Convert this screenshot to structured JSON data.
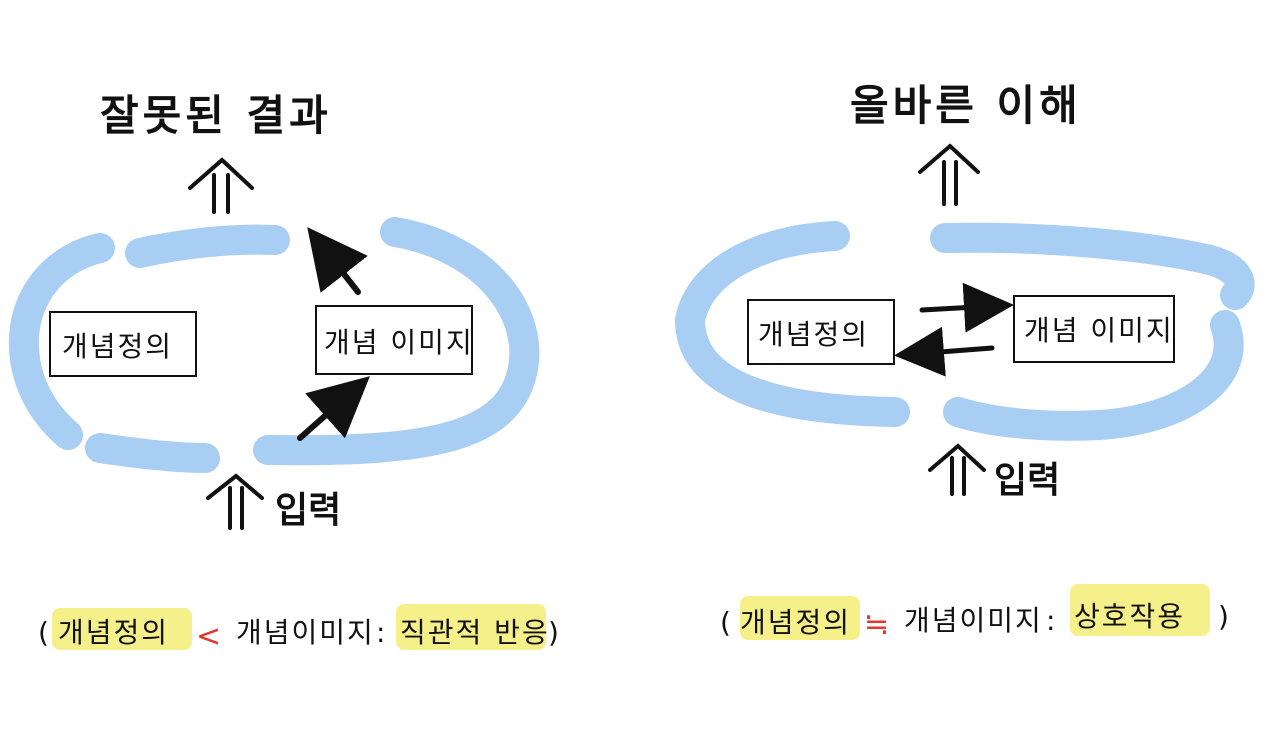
{
  "left_panel": {
    "title": "잘못된 결과",
    "box_definition": "개념정의",
    "box_image": "개념 이미지",
    "input_label": "입력",
    "caption": {
      "open_paren": "(",
      "term_a": "개념정의",
      "relation": "<",
      "term_b": "개념이미지",
      "colon": ":",
      "description": "직관적 반응",
      "close_paren": ")"
    }
  },
  "right_panel": {
    "title": "올바른 이해",
    "box_definition": "개념정의",
    "box_image": "개념 이미지",
    "input_label": "입력",
    "caption": {
      "open_paren": "(",
      "term_a": "개념정의",
      "relation": "≒",
      "term_b": "개념이미지",
      "colon": ":",
      "description": "상호작용",
      "close_paren": ")"
    }
  },
  "colors": {
    "loop": "#a9cef4",
    "ink": "#111111",
    "highlight": "#f6f08a",
    "relation_mark": "#e23a2a"
  }
}
